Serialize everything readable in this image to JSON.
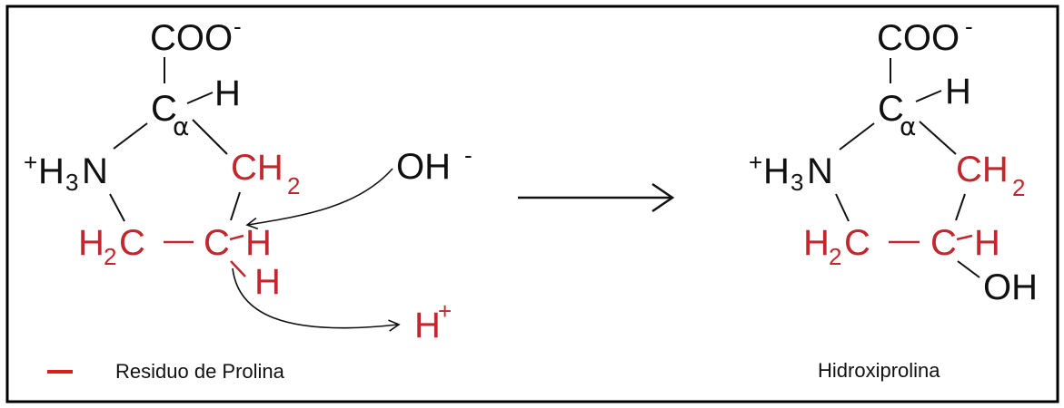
{
  "colors": {
    "black": "#111111",
    "proline_red": "#c0282d",
    "legend_red": "#d62020",
    "frame": "#000000"
  },
  "left": {
    "carboxylate": "COO",
    "carboxylate_charge": "-",
    "alpha_c": "C",
    "alpha_symbol": "α",
    "alpha_h": "H",
    "amine_charge": "+",
    "amine_h": "H",
    "amine_sub": "3",
    "amine_n": "N",
    "ch2_c": "CH",
    "ch2_sub": "2",
    "h2c_h": "H",
    "h2c_sub": "2",
    "h2c_c": "C",
    "c_gamma": "C",
    "c_gamma_h": "H",
    "h_lower": "H",
    "hydroxide": "OH",
    "hydroxide_charge": "-",
    "proton": "H",
    "proton_charge": "+"
  },
  "right": {
    "carboxylate": "COO",
    "carboxylate_charge": "-",
    "alpha_c": "C",
    "alpha_symbol": "α",
    "alpha_h": "H",
    "amine_charge": "+",
    "amine_h": "H",
    "amine_sub": "3",
    "amine_n": "N",
    "ch2_c": "CH",
    "ch2_sub": "2",
    "h2c_h": "H",
    "h2c_sub": "2",
    "h2c_c": "C",
    "c_gamma": "C",
    "c_gamma_h": "H",
    "hydroxyl": "OH"
  },
  "legend": {
    "swatch_label": "Residuo de Prolina"
  },
  "product_label": "Hidroxiprolina"
}
